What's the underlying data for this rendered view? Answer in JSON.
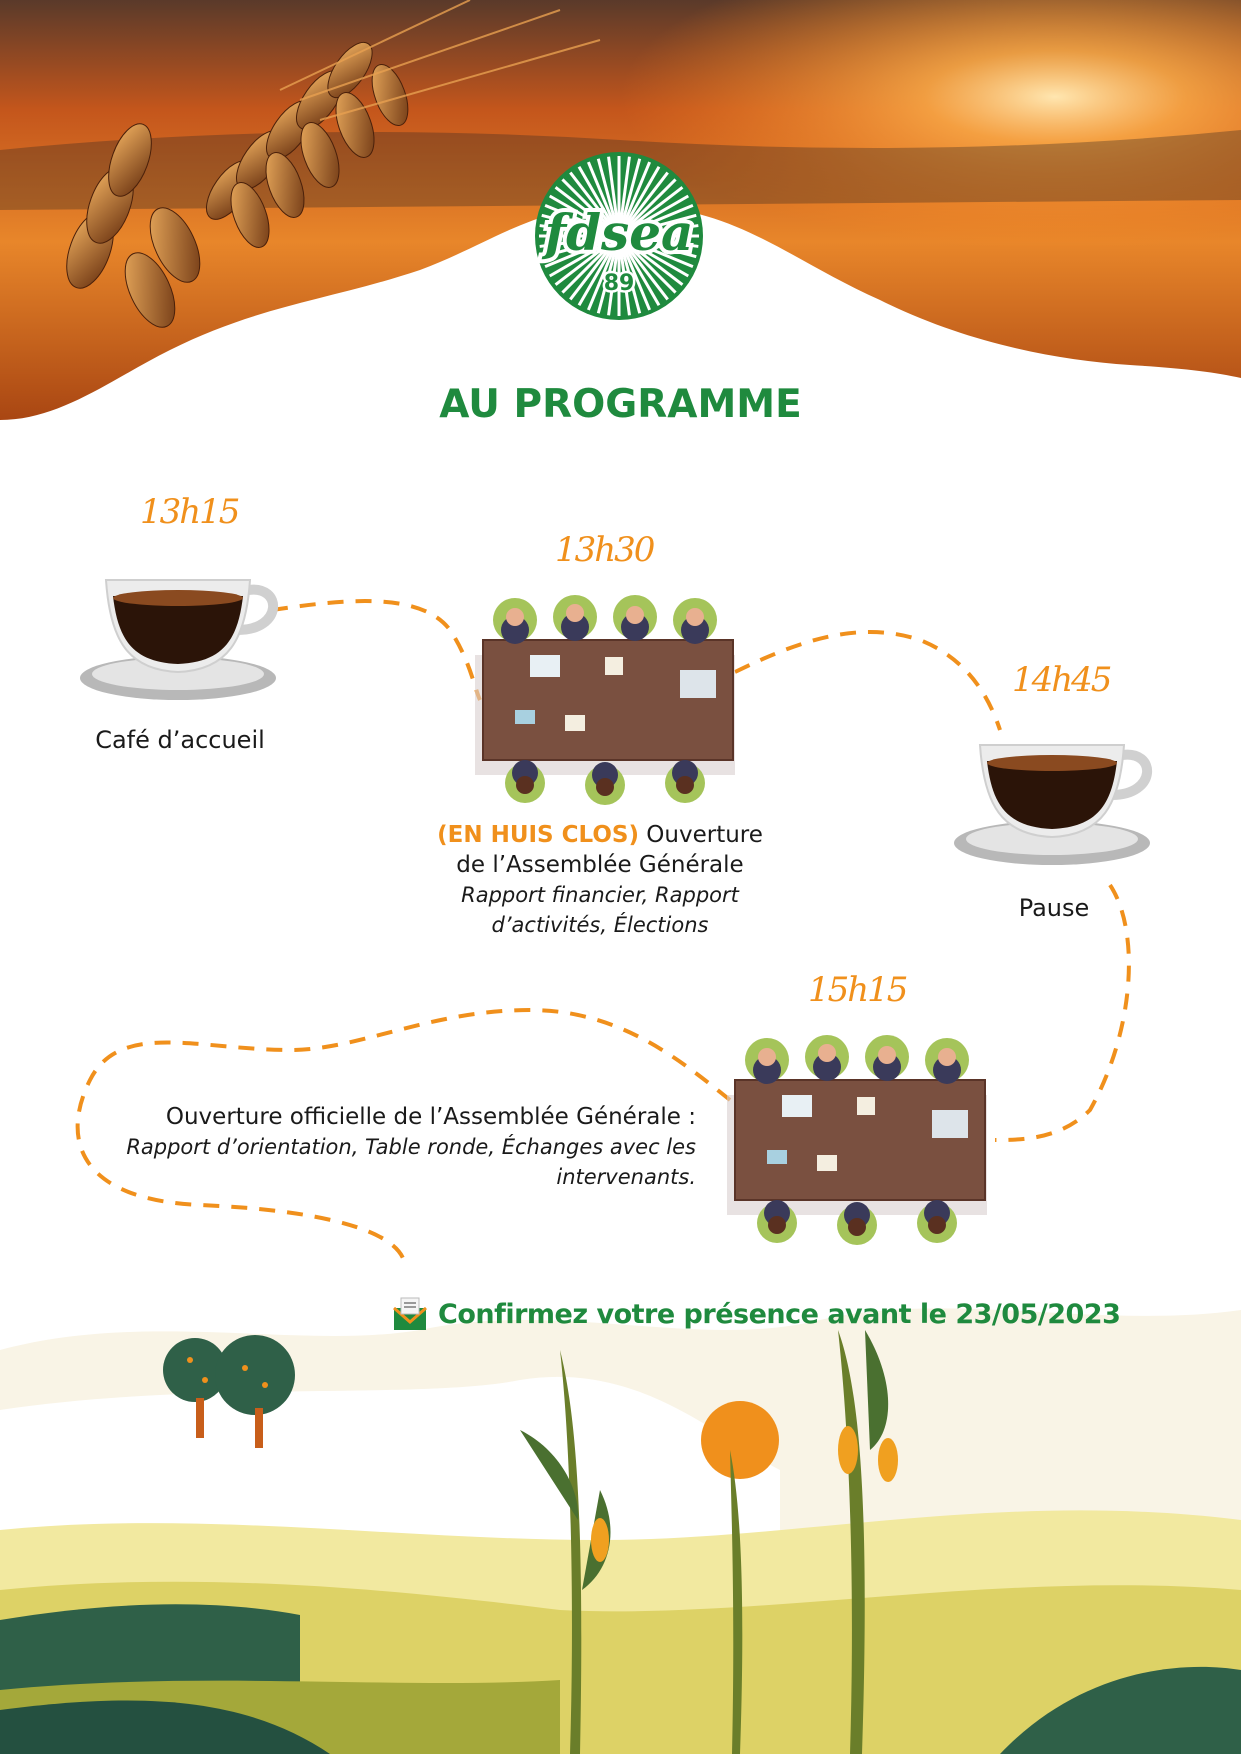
{
  "brand": {
    "logo_text": "fdsea",
    "logo_number": "89"
  },
  "title": "AU PROGRAMME",
  "steps": [
    {
      "time": "13h15",
      "label": "Café d’accueil"
    },
    {
      "time": "13h30",
      "highlight": "(EN HUIS CLOS)",
      "line1": "Ouverture",
      "line2": "de l’Assemblée Générale",
      "detail1": "Rapport financier, Rapport",
      "detail2": "d’activités, Élections"
    },
    {
      "time": "14h45",
      "label": "Pause"
    },
    {
      "time": "15h15",
      "line1": "Ouverture officielle de l’Assemblée Générale :",
      "detail1": "Rapport d’orientation, Table ronde, Échanges avec les",
      "detail2": "intervenants."
    }
  ],
  "confirm": {
    "text": "Confirmez votre présence avant le 23/05/2023",
    "icon": "envelope-icon"
  },
  "colors": {
    "green": "#1f8a3e",
    "orange": "#f0901c",
    "text": "#1a1a1a"
  }
}
